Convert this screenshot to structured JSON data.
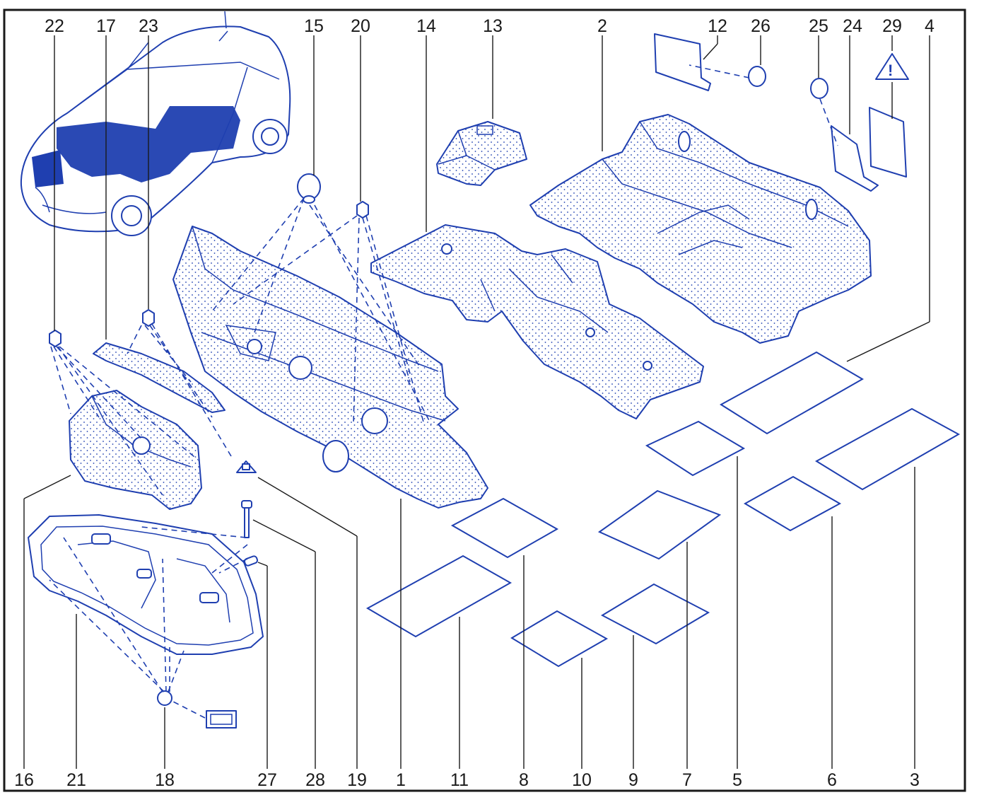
{
  "diagram": {
    "accent_color": "#1f3fb0",
    "line_color": "#1a1a1a",
    "top_labels": [
      "22",
      "17",
      "23",
      "15",
      "20",
      "14",
      "13",
      "2",
      "12",
      "26",
      "25",
      "24",
      "29",
      "4"
    ],
    "bottom_labels": [
      "16",
      "21",
      "18",
      "27",
      "28",
      "19",
      "1",
      "11",
      "8",
      "10",
      "9",
      "7",
      "5",
      "6",
      "3"
    ],
    "warning_symbol": "!",
    "icons": [
      "car-silhouette-icon",
      "warning-triangle-icon"
    ]
  }
}
